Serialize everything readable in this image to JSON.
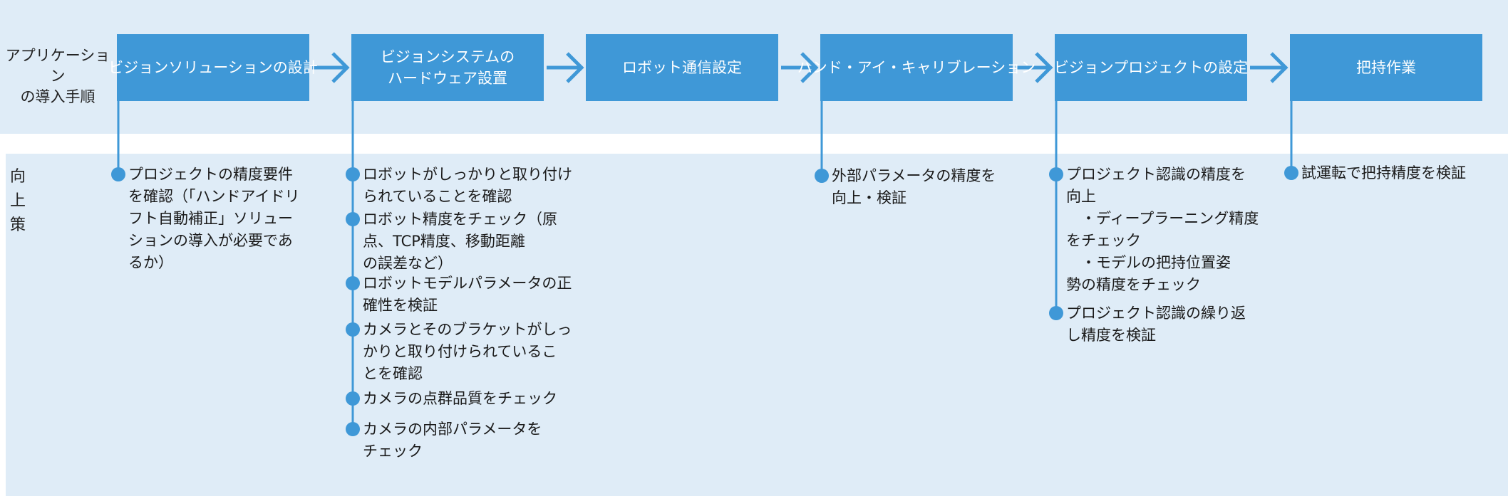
{
  "row_label": [
    "アプリケーション",
    "の導入手順"
  ],
  "side_label": [
    "向",
    "上",
    "策"
  ],
  "steps": [
    {
      "lines": [
        "ビジョンソリューションの設計"
      ]
    },
    {
      "lines": [
        "ビジョンシステムの",
        "ハードウェア設置"
      ]
    },
    {
      "lines": [
        "ロボット通信設定"
      ]
    },
    {
      "lines": [
        "ハンド・アイ・キャリブレーション"
      ]
    },
    {
      "lines": [
        "ビジョンプロジェクトの設定"
      ]
    },
    {
      "lines": [
        "把持作業"
      ]
    }
  ],
  "measures": [
    {
      "items": [
        {
          "lines": [
            "プロジェクトの精度要件",
            "を確認（「ハンドアイドリ",
            "フト自動補正」ソリュー",
            "ションの導入が必要であ",
            "るか）"
          ]
        }
      ]
    },
    {
      "items": [
        {
          "lines": [
            "ロボットがしっかりと取り付け",
            "られていることを確認"
          ]
        },
        {
          "lines": [
            "ロボット精度をチェック（原",
            "点、TCP精度、移動距離",
            "の誤差など）"
          ]
        },
        {
          "lines": [
            "ロボットモデルパラメータの正",
            "確性を検証"
          ]
        },
        {
          "lines": [
            "カメラとそのブラケットがしっ",
            "かりと取り付けられているこ",
            "とを確認"
          ]
        },
        {
          "lines": [
            "カメラの点群品質をチェック"
          ]
        },
        {
          "lines": [
            "カメラの内部パラメータを",
            "チェック"
          ]
        }
      ]
    },
    {
      "items": []
    },
    {
      "items": [
        {
          "lines": [
            "外部パラメータの精度を",
            "向上・検証"
          ]
        }
      ]
    },
    {
      "items": [
        {
          "lines": [
            "プロジェクト認識の精度を",
            "向上",
            "　・ディープラーニング精度",
            "をチェック",
            "　・モデルの把持位置姿",
            "勢の精度をチェック"
          ]
        },
        {
          "lines": [
            "プロジェクト認識の繰り返",
            "し精度を検証"
          ]
        }
      ]
    },
    {
      "items": [
        {
          "lines": [
            "試運転で把持精度を検証"
          ]
        }
      ]
    }
  ],
  "colors": {
    "accent": "#3f98d7",
    "band": "#dfecf7",
    "box_text": "#ffffff"
  }
}
